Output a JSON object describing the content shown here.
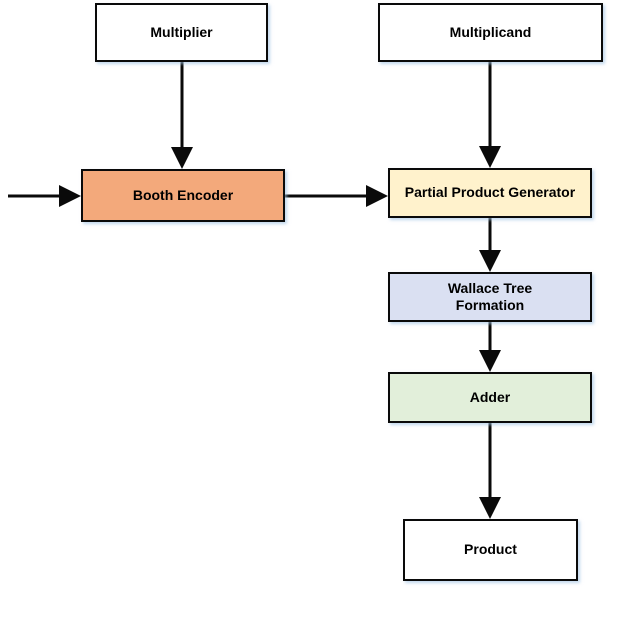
{
  "diagram": {
    "type": "flowchart",
    "description": "Booth multiplier architecture block diagram",
    "colors": {
      "line": "#0a0a0a",
      "border": "#0a0a0a",
      "booth_encoder_fill": "#F3A97B",
      "partial_product_generator_fill": "#FFF2CC",
      "wallace_tree_fill": "#DAE0F2",
      "adder_fill": "#E2EFDA",
      "plain_box_fill": "#FFFFFF"
    },
    "nodes": {
      "multiplier": {
        "label": "Multiplier",
        "fill": "#FFFFFF"
      },
      "multiplicand": {
        "label": "Multiplicand",
        "fill": "#FFFFFF"
      },
      "booth_encoder": {
        "label": "Booth Encoder",
        "fill": "#F3A97B"
      },
      "partial_product_generator": {
        "label": "Partial Product Generator",
        "fill": "#FFF2CC"
      },
      "wallace_tree": {
        "label": "Wallace Tree Formation",
        "fill": "#DAE0F2"
      },
      "adder": {
        "label": "Adder",
        "fill": "#E2EFDA"
      },
      "product": {
        "label": "Product",
        "fill": "#FFFFFF"
      }
    },
    "edges": [
      {
        "from": "multiplier",
        "to": "booth_encoder",
        "direction": "down"
      },
      {
        "from": "multiplicand",
        "to": "partial_product_generator",
        "direction": "down"
      },
      {
        "from": "external-input",
        "to": "booth_encoder",
        "direction": "right"
      },
      {
        "from": "booth_encoder",
        "to": "partial_product_generator",
        "direction": "right"
      },
      {
        "from": "partial_product_generator",
        "to": "wallace_tree",
        "direction": "down"
      },
      {
        "from": "wallace_tree",
        "to": "adder",
        "direction": "down"
      },
      {
        "from": "adder",
        "to": "product",
        "direction": "down"
      }
    ]
  }
}
